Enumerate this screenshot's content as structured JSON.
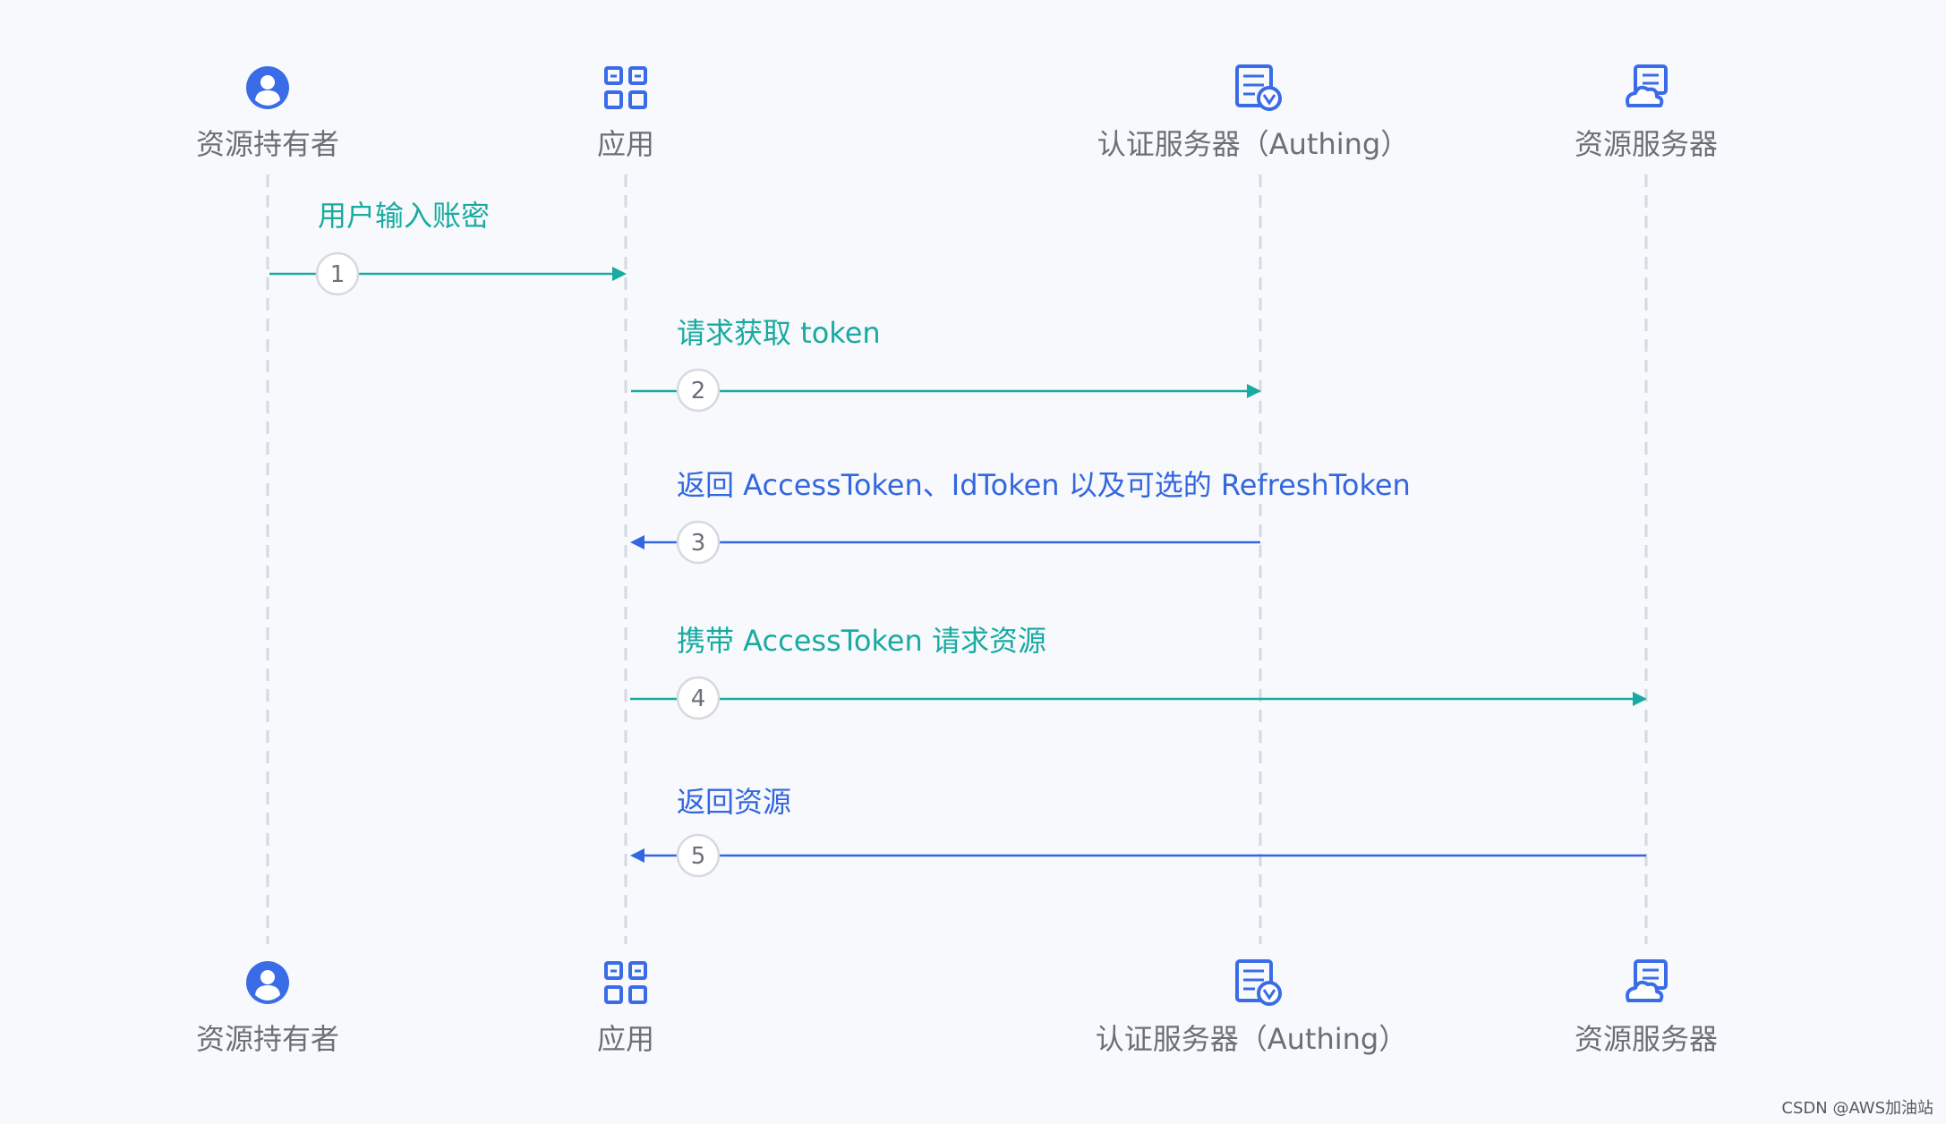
{
  "colors": {
    "background": "#f7f9fd",
    "teal": "#19aaa1",
    "blue": "#3466e0",
    "icon_blue": "#3b6ce8",
    "lifeline": "#d6d9e0",
    "label_gray": "#6b6f78"
  },
  "participants": [
    {
      "id": "owner",
      "label": "资源持有者",
      "icon": "user-icon"
    },
    {
      "id": "app",
      "label": "应用",
      "icon": "app-grid-icon"
    },
    {
      "id": "auth",
      "label": "认证服务器（Authing）",
      "icon": "auth-server-icon"
    },
    {
      "id": "resource",
      "label": "资源服务器",
      "icon": "cloud-server-icon"
    }
  ],
  "messages": [
    {
      "step": "1",
      "label": "用户输入账密",
      "from": "owner",
      "to": "app",
      "color": "teal"
    },
    {
      "step": "2",
      "label": "请求获取 token",
      "from": "app",
      "to": "auth",
      "color": "teal"
    },
    {
      "step": "3",
      "label": "返回 AccessToken、IdToken 以及可选的 RefreshToken",
      "from": "auth",
      "to": "app",
      "color": "blue"
    },
    {
      "step": "4",
      "label": "携带 AccessToken 请求资源",
      "from": "app",
      "to": "resource",
      "color": "teal"
    },
    {
      "step": "5",
      "label": "返回资源",
      "from": "resource",
      "to": "app",
      "color": "blue"
    }
  ],
  "watermark": "CSDN @AWS加油站"
}
